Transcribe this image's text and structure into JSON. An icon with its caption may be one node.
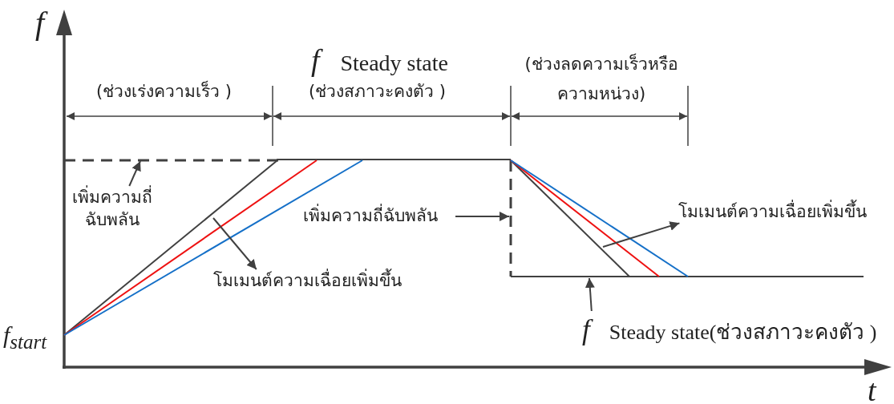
{
  "diagram": {
    "nodes": [
      {
        "text": [
          "เพิ่มความถี่ฉับพลัน"
        ]
      },
      {
        "text": [
          "เพิ่มความถี่ฉับพลัน"
        ]
      },
      {
        "text": [
          "โมเมนต์ความเฉื่อยเพิ่มขึ้น"
        ]
      },
      {
        "text": [
          "โมเมนต์ความเฉื่อยเพิ่มขึ้น"
        ]
      },
      {
        "text": [
          "*f* Steady state(ช่วงสภาวะคงตัว )"
        ]
      }
    ],
    "edges": [
      {
        "from": 0,
        "to": null,
        "arrow": "to"
      },
      {
        "from": 1,
        "to": null,
        "arrow": "to"
      },
      {
        "from": null,
        "to": 2,
        "arrow": "to"
      },
      {
        "from": null,
        "to": 3,
        "arrow": "to"
      },
      {
        "from": 4,
        "to": null,
        "arrow": "to"
      }
    ],
    "labels": [
      "f",
      "*f* Steady state",
      "(ช่วงเร่งความเร็ว )",
      "(ช่วงสภาวะคงตัว )",
      "(ช่วงลดความเร็วหรือ ความหน่วง)",
      "f$_{start}$",
      "t"
    ]
  }
}
